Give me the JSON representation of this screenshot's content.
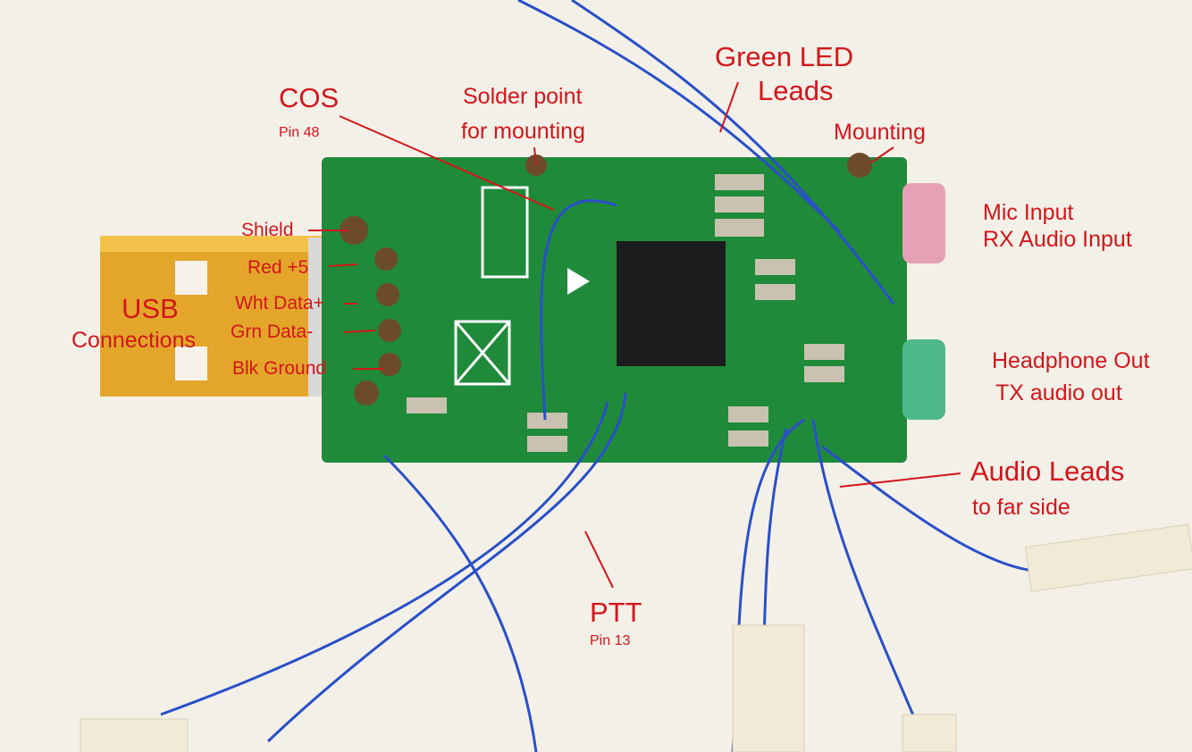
{
  "labels": {
    "cos": {
      "title": "COS",
      "sub": "Pin 48"
    },
    "solder_point": {
      "line1": "Solder point",
      "line2": "for mounting"
    },
    "green_led": {
      "line1": "Green LED",
      "line2": "Leads"
    },
    "mounting": "Mounting",
    "mic": {
      "line1": "Mic Input",
      "line2": "RX Audio Input"
    },
    "headphone": {
      "line1": "Headphone Out",
      "line2": "TX audio out"
    },
    "audio_leads": {
      "title": "Audio Leads",
      "sub": "to far side"
    },
    "ptt": {
      "title": "PTT",
      "sub": "Pin 13"
    },
    "usb": {
      "title": "USB",
      "sub": "Connections"
    },
    "pins": [
      "Shield",
      "Red +5",
      "Wht Data+",
      "Grn Data-",
      "Blk Ground"
    ]
  },
  "colors": {
    "label": "#d2161b",
    "pcb": "#1f8a3a",
    "usb": "#e0a52a",
    "wire": "#2a4fc9",
    "mic_jack": "#e7a1b5",
    "headphone_jack": "#4fb88a"
  }
}
